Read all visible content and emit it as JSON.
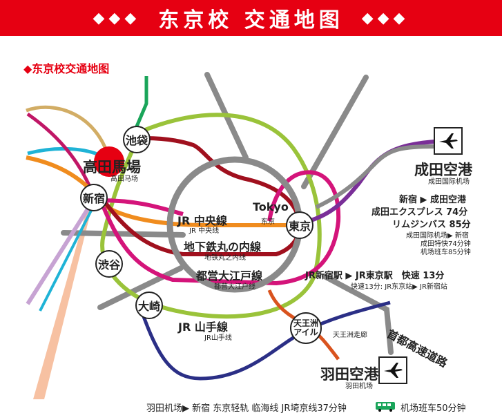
{
  "banner": {
    "decor": "◆◆◆",
    "title": "东京校 交通地图"
  },
  "subtitle": "◆东京校交通地图",
  "stations": {
    "ikebukuro": "池袋",
    "takadanobaba": "高田馬場",
    "takadanobaba_cn": "高田马场",
    "shinjuku": "新宿",
    "shibuya": "渋谷",
    "osaki": "大崎",
    "tokyo": "東京",
    "tokyo_en": "Tokyo",
    "tokyo_cn": "东京",
    "tennozu": "天王洲\nアイル",
    "tennozu_cn": "天王洲走廊"
  },
  "lines": {
    "chuo": "JR 中央線",
    "chuo_cn": "JR 中央线",
    "marunouchi": "地下鉄丸の内線",
    "marunouchi_cn": "地铁丸之内线",
    "oedo": "都営大江戸線",
    "oedo_cn": "都营大江户线",
    "yamanote": "JR 山手線",
    "yamanote_cn": "JR山手线",
    "expressway": "首都高速道路"
  },
  "narita": {
    "name": "成田空港",
    "name_cn": "成田国际机场",
    "route": "新宿 ▶ 成田空港",
    "express": "成田エクスプレス 74分",
    "limousine": "リムジンバス 85分",
    "cn1": "成田国际机场▶ 新宿",
    "cn2": "成田特快74分钟",
    "cn3": "机场班车85分钟"
  },
  "jr_transfer": {
    "route": "JR新宿駅 ▶ JR東京駅　快速 13分",
    "cn": "快速13分: JR东京站▶ JR新宿站"
  },
  "haneda": {
    "name": "羽田空港",
    "name_cn": "羽田机场"
  },
  "footer": {
    "route": "羽田机场▶ 新宿 东京轻轨 临海线 JR埼京线37分钟",
    "bus": "机场班车50分钟"
  },
  "colors": {
    "banner": "#e60012",
    "yamanote": "#9ac33a",
    "chuo": "#f08c1e",
    "marunouchi": "#a0101e",
    "oedo": "#d4147a",
    "purple": "#7a2f98",
    "navy": "#2b2f86",
    "road": "#8a8a8a",
    "rinkai": "#d9531e",
    "green_line": "#1aa55a",
    "tan": "#d2ad65",
    "cyan": "#1fb3d6",
    "lavender": "#c7a3d3",
    "peach": "#f7c1a2",
    "maroon_west": "#c01666"
  },
  "icons": [
    "plane-icon-narita",
    "plane-icon-haneda",
    "bus-icon"
  ]
}
